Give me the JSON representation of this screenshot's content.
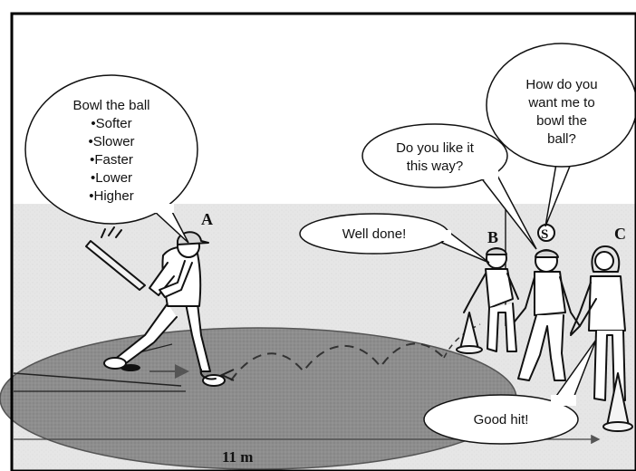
{
  "bubbles": {
    "batter": {
      "title": "Bowl the ball",
      "options": [
        "•Softer",
        "•Slower",
        "•Faster",
        "•Lower",
        "•Higher"
      ]
    },
    "player_b_question": [
      "Do you like it",
      "this way?"
    ],
    "player_s_question": [
      "How do you",
      "want me to",
      "bowl the",
      "ball?"
    ],
    "praise": "Well done!",
    "good_hit": "Good hit!"
  },
  "labels": {
    "batter": "A",
    "player_b": "B",
    "player_s": "S",
    "player_c": "C"
  },
  "distance": "11 m",
  "colors": {
    "frame": "#000000",
    "field": "#8a8a8a",
    "background_band": "#e4e4e4"
  }
}
